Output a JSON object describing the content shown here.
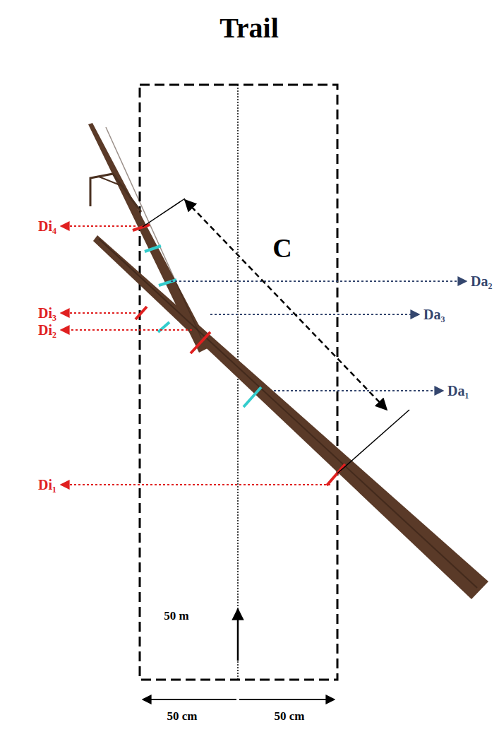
{
  "diagram": {
    "title": "Trail",
    "labels": [
      "Di₄",
      "C",
      "Da₂",
      "Di₃",
      "Da₃",
      "Di₂",
      "Da₁",
      "Di₁",
      "50 m",
      "50 cm",
      "50 cm"
    ]
  }
}
